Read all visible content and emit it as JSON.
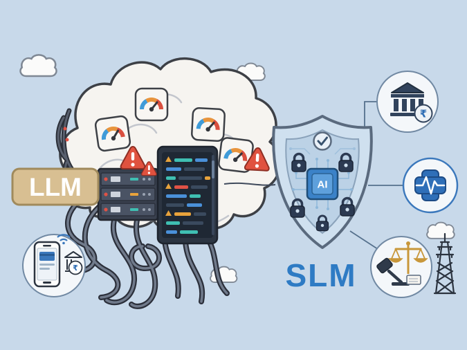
{
  "labels": {
    "llm": "LLM",
    "slm": "SLM",
    "ai_chip": "AI",
    "rupee": "₹"
  },
  "colors": {
    "background": "#c8d9ea",
    "cloud_fill": "#f6f4f0",
    "outline_dark": "#3d4046",
    "llm_label_bg": "#d8bf92",
    "llm_text": "#ffffff",
    "slm_text": "#2e7bc4",
    "shield_fill": "#cfe0ef",
    "shield_inner": "#bcd2e6",
    "shield_stroke": "#5a6a7e",
    "chip_blue": "#3b82c8",
    "lock_navy": "#2c3a52",
    "warning_red": "#e0523f",
    "gauge_orange": "#e8943c",
    "gauge_blue": "#3f9bd8",
    "terminal_bg": "#1f2834",
    "medical_blue": "#2f6fb8",
    "scales_gold": "#c8973a",
    "bank_navy": "#31435c",
    "connector_line": "#55708c"
  },
  "icons": [
    "llm-cloud-icon",
    "decor-cloud-icon",
    "gauge-icon",
    "warning-icon",
    "server-rack-icon",
    "terminal-icon",
    "cable-bundle-icon",
    "shield-icon",
    "check-badge-icon",
    "padlock-icon",
    "ai-chip-icon",
    "bank-icon",
    "rupee-icon",
    "medical-cross-icon",
    "heartbeat-icon",
    "gavel-icon",
    "scales-icon",
    "book-icon",
    "smartphone-icon",
    "wifi-icon",
    "transmission-tower-icon"
  ]
}
